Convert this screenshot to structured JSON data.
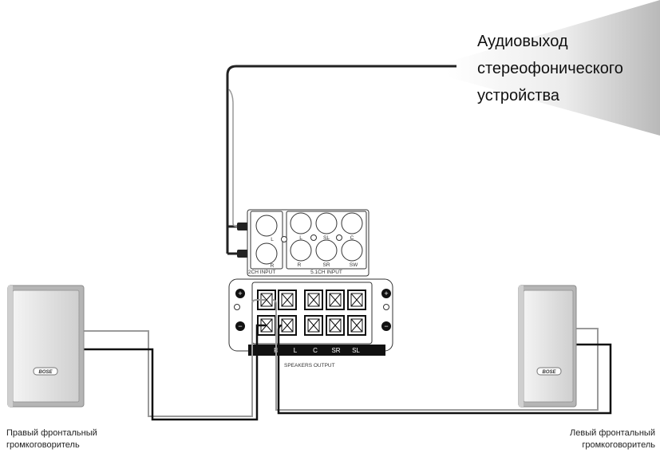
{
  "source": {
    "lines": [
      "Аудиовыход",
      "стереофонического",
      "устройства"
    ]
  },
  "right_speaker": {
    "label_lines": [
      "Правый фронтальный",
      "громкоговоритель"
    ],
    "logo": "BOSE"
  },
  "left_speaker": {
    "label_lines": [
      "Левый фронтальный",
      "громкоговоритель"
    ],
    "logo": "BOSE"
  },
  "input_panel": {
    "ch2_left": "L",
    "ch2_right": "R",
    "ch2_caption": "2CH INPUT",
    "ch51_top": [
      "L",
      "SL",
      "C"
    ],
    "ch51_bottom": [
      "R",
      "SR",
      "SW"
    ],
    "ch51_caption": "5.1CH INPUT"
  },
  "output_panel": {
    "channels": [
      "R",
      "L",
      "C",
      "SR",
      "SL"
    ],
    "caption": "SPEAKERS OUTPUT",
    "plus": "+",
    "minus": "−"
  }
}
